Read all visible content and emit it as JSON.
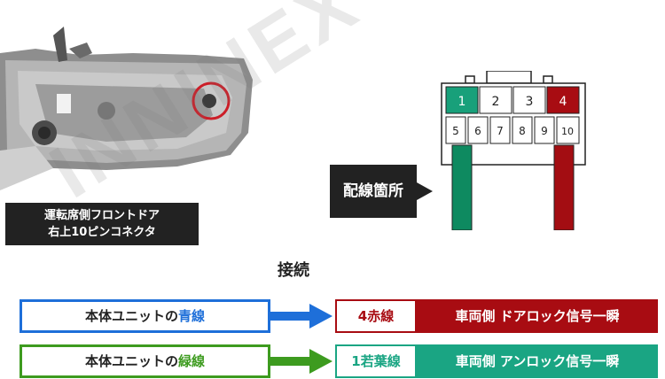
{
  "door": {
    "caption_line1": "運転席側フロントドア",
    "caption_line2": "右上10ピンコネクタ",
    "photo_icon": "car-door-photo-icon"
  },
  "watermark": "INNINEX",
  "connector": {
    "pins_top": [
      "1",
      "2",
      "3",
      "4"
    ],
    "pins_bottom": [
      "5",
      "6",
      "7",
      "8",
      "9",
      "10"
    ],
    "highlight_green_pin": "1",
    "highlight_red_pin": "4",
    "colors": {
      "green": "#18a07a",
      "red": "#a80c12",
      "green_wire": "#0e8a60",
      "red_wire": "#a30d12"
    }
  },
  "wiring_label": "配線箇所",
  "connection_heading": "接続",
  "rows": [
    {
      "unit_prefix": "本体ユニットの",
      "unit_color_word": "青線",
      "wire_label": "4赤線",
      "function_label": "車両側 ドアロック信号一瞬",
      "colors": {
        "unit_border": "#1e6fd9",
        "word": "#1e6fd9",
        "arrow": "#1e6fd9",
        "wire": "#a80c12",
        "func_bg": "#a80c12"
      }
    },
    {
      "unit_prefix": "本体ユニットの",
      "unit_color_word": "緑線",
      "wire_label": "1若葉線",
      "function_label": "車両側 アンロック信号一瞬",
      "colors": {
        "unit_border": "#3d9b1f",
        "word": "#3d9b1f",
        "arrow": "#3d9b1f",
        "wire": "#1aa583",
        "func_bg": "#1aa583"
      }
    }
  ]
}
